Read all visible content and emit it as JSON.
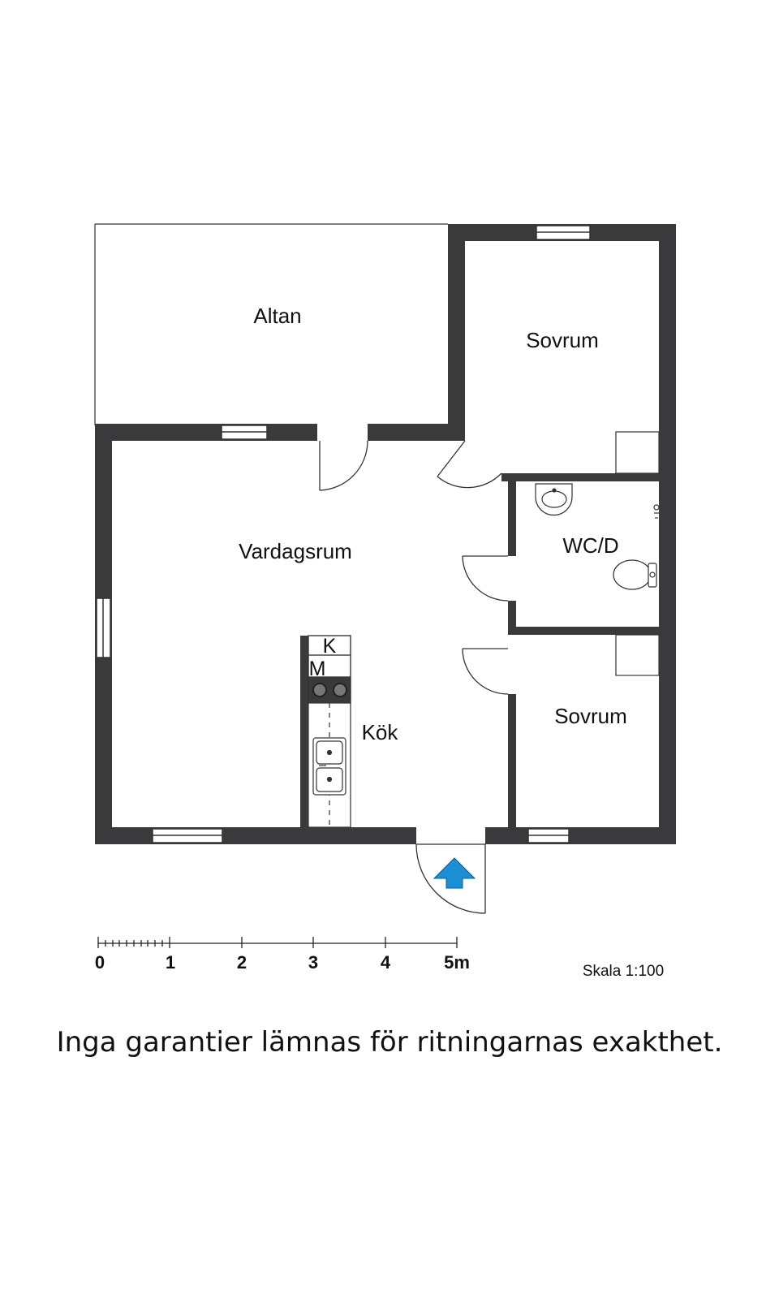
{
  "rooms": {
    "altan": "Altan",
    "sovrum_top": "Sovrum",
    "vardagsrum": "Vardagsrum",
    "wc": "WC/D",
    "kok": "Kök",
    "sovrum_bottom": "Sovrum"
  },
  "appliances": {
    "fridge": "K",
    "microwave": "M"
  },
  "scale_bar": {
    "ticks": [
      "0",
      "1",
      "2",
      "3",
      "4",
      "5m"
    ],
    "label": "Skala 1:100"
  },
  "disclaimer": "Inga garantier lämnas för ritningarnas exakthet.",
  "colors": {
    "wall": "#3a3a3c",
    "entrance_arrow": "#1b8fd6"
  },
  "icons": [
    "entrance-arrow-icon",
    "sink-icon",
    "toilet-icon",
    "washbasin-icon",
    "stove-icon"
  ]
}
